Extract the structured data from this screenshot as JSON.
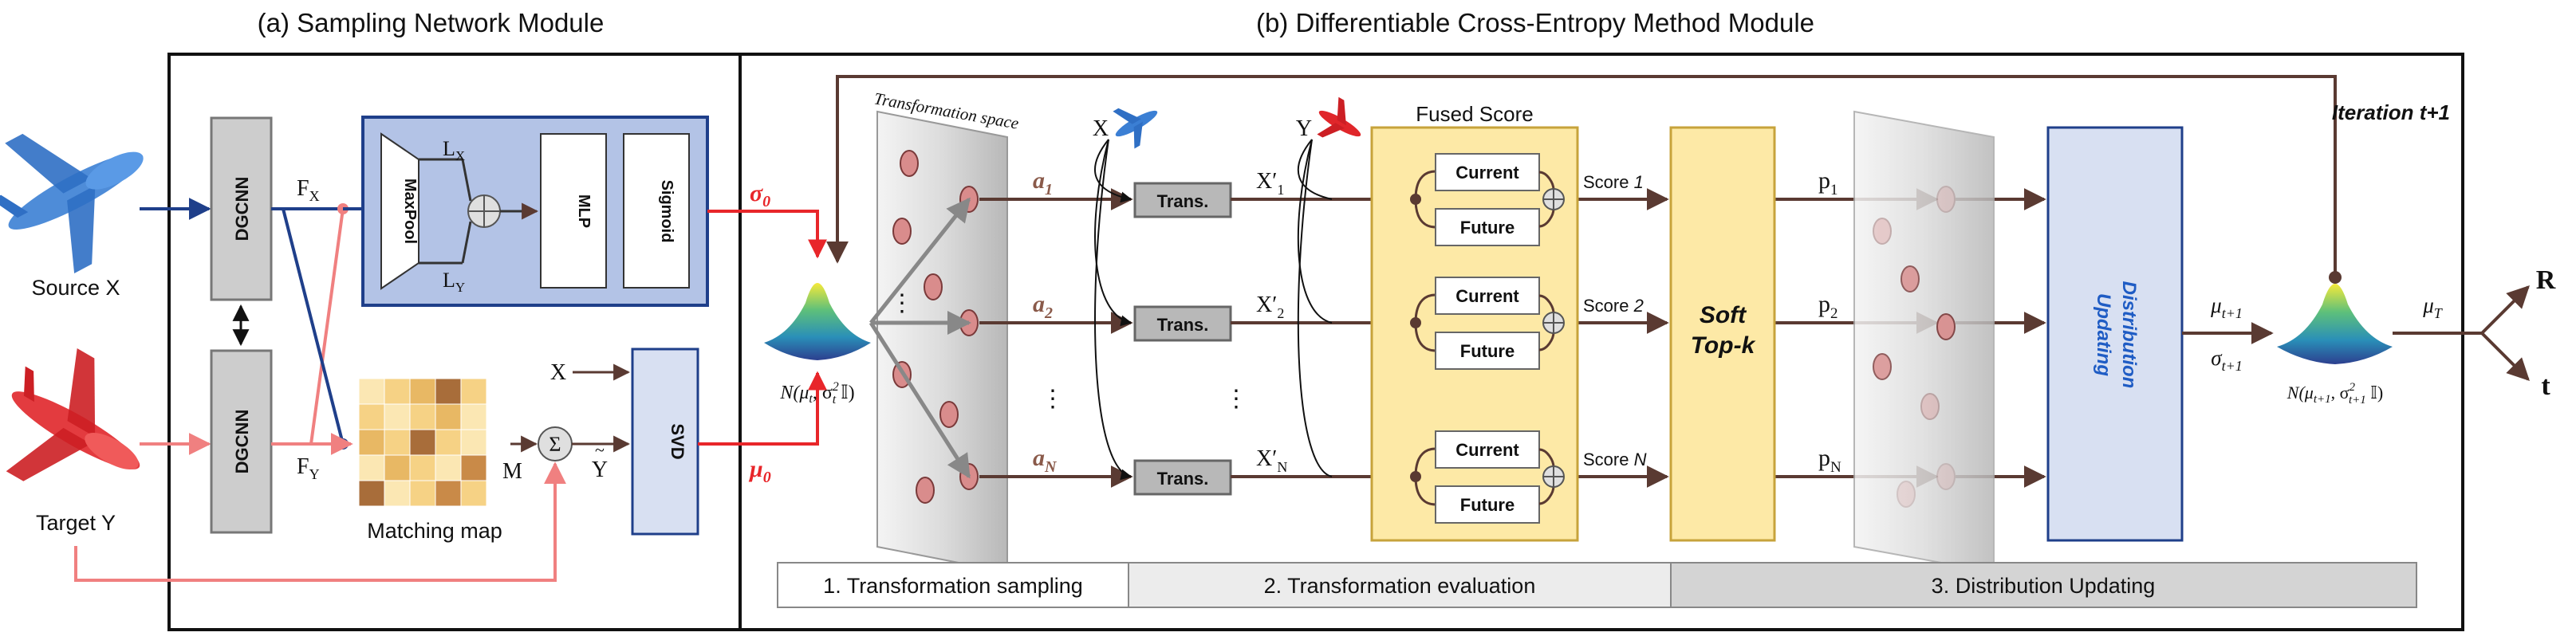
{
  "section_a": {
    "title": "(a) Sampling Network Module"
  },
  "section_b": {
    "title": "(b) Differentiable Cross-Entropy Method Module"
  },
  "inputs": {
    "source": "Source X",
    "target": "Target Y"
  },
  "blocks": {
    "dgcnn": "DGCNN",
    "maxpool": "MaxPool",
    "mlp": "MLP",
    "sigmoid": "Sigmoid",
    "svd": "SVD",
    "trans": "Trans.",
    "current": "Current",
    "future": "Future",
    "fused_score": "Fused Score",
    "soft_topk": [
      "Soft",
      "Top-k"
    ],
    "dist_update": [
      "Distribution",
      "Updating"
    ]
  },
  "labels": {
    "fx": "F",
    "fx_sub": "X",
    "fy": "F",
    "fy_sub": "Y",
    "lx": "L",
    "lx_sub": "X",
    "ly": "L",
    "ly_sub": "Y",
    "m": "M",
    "x": "X",
    "y_tilde": "Y",
    "sigma": "Σ",
    "matching_map": "Matching map",
    "sigma0": "σ",
    "mu0": "μ",
    "zero": "0",
    "transformation_space": "Transformation space",
    "iteration": "Iteration t+1",
    "x_top": "X",
    "y_top": "Y",
    "gauss_left": "N(μ",
    "gauss_right": "N(μ",
    "mu_t1": "μ",
    "sigma_t1": "σ",
    "mu_T": "μ",
    "out_r": "R",
    "out_t": "t"
  },
  "rows": [
    {
      "a": "a",
      "a_sub": "1",
      "xp": "X′",
      "xp_sub": "1",
      "score": "Score ",
      "score_n": "1",
      "p": "p",
      "p_sub": "1"
    },
    {
      "a": "a",
      "a_sub": "2",
      "xp": "X′",
      "xp_sub": "2",
      "score": "Score ",
      "score_n": "2",
      "p": "p",
      "p_sub": "2"
    },
    {
      "a": "a",
      "a_sub": "N",
      "xp": "X′",
      "xp_sub": "N",
      "score": "Score ",
      "score_n": "N",
      "p": "p",
      "p_sub": "N"
    }
  ],
  "bottom_bar": [
    "1. Transformation sampling",
    "2. Transformation evaluation",
    "3. Distribution Updating"
  ],
  "colors": {
    "navy": "#1f3f8a",
    "red": "#e8262a",
    "pink": "#f08080",
    "brown": "#5a3a32",
    "yellow": "#fde9a6",
    "yellow_border": "#c7a33b",
    "blue_panel": "#b3c3e6",
    "gray_block": "#cdcdcd",
    "point_fill": "#d98c8c"
  }
}
